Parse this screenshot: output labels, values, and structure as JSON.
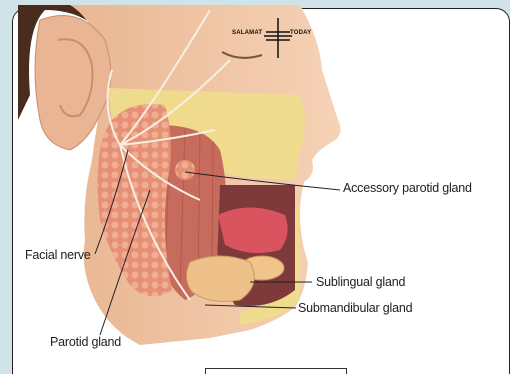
{
  "labels": {
    "accessory_parotid": "Accessory parotid gland",
    "sublingual": "Sublingual gland",
    "submandibular": "Submandibular gland",
    "facial_nerve": "Facial nerve",
    "parotid": "Parotid gland"
  },
  "watermark": {
    "left": "SALAMAT",
    "right": "TODAY"
  },
  "colors": {
    "skin": "#f3c6a5",
    "bone": "#efdc8c",
    "gland": "#e7977c",
    "muscle": "#c76b5c",
    "nerve": "#f7efe0",
    "tongue": "#d9545e",
    "background": "#cfe3e8"
  }
}
